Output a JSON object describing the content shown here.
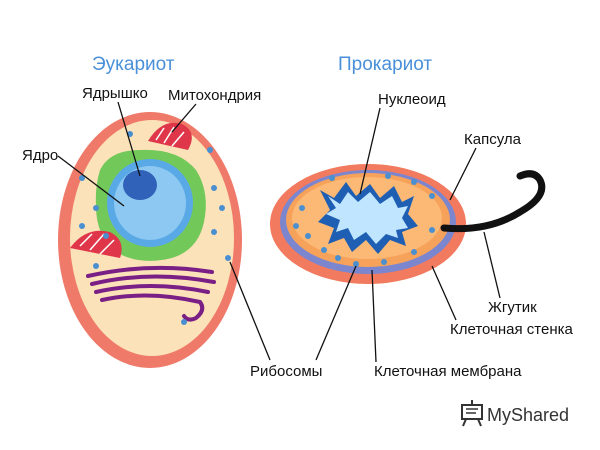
{
  "titles": {
    "eukaryote": "Эукариот",
    "prokaryote": "Прокариот"
  },
  "labels": {
    "nucleolus": "Ядрышко",
    "mitochondrion": "Митохондрия",
    "nucleus": "Ядро",
    "ribosomes": "Рибосомы",
    "nucleoid": "Нуклеоид",
    "capsule": "Капсула",
    "flagellum": "Жгутик",
    "cell_wall": "Клеточная стенка",
    "cell_membrane": "Клеточная мембрана"
  },
  "watermark": {
    "text": "MyShared",
    "icon": "presentation-board-icon"
  },
  "colors": {
    "title": "#4a90d9",
    "outer_membrane": "#f07a6a",
    "cytoplasm": "#fbe2b8",
    "nucleus": "#59a9e6",
    "nucleolus": "#2f62b8",
    "er": "#72c95a",
    "golgi": "#7a1f86",
    "mitochondria": "#e0364a",
    "ribosome": "#4a8fd0",
    "capsule": "#f27a5e",
    "cell_wall": "#7b86cf",
    "nucleoid_dark": "#1f5fb3",
    "nucleoid_light": "#bfe5ff"
  }
}
